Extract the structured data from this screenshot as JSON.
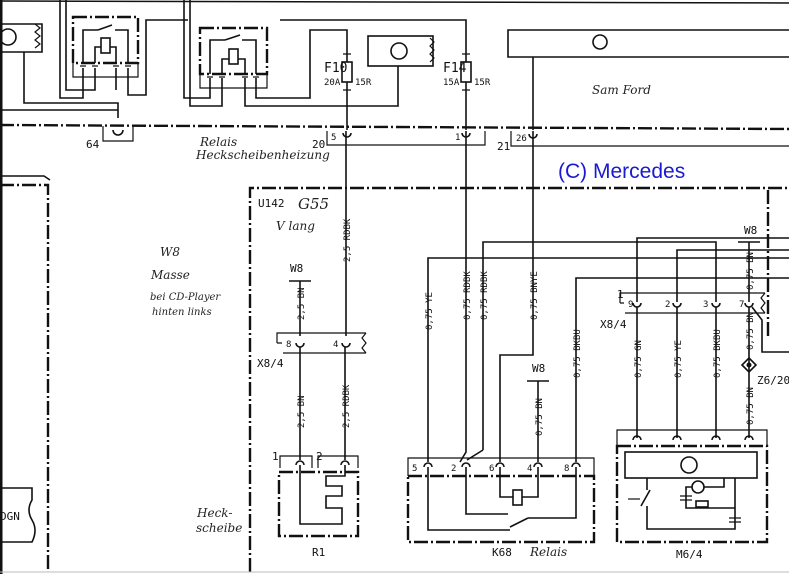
{
  "watermark": "(C) Mercedes",
  "handwritten": {
    "sam_ford": "Sam Ford",
    "relais_line1": "Relais",
    "relais_line2": "Heckscheibenheizung",
    "g55_line1": "G55",
    "g55_line2": "V lang",
    "w8_note_line1": "W8",
    "w8_note_line2": "Masse",
    "w8_note_line3": "bei CD-Player",
    "w8_note_line4": "hinten links",
    "heck_line1": "Heck-",
    "heck_line2": "scheibe",
    "k68_note": "Relais"
  },
  "fuses": [
    {
      "id": "F10",
      "rating": "20A",
      "terminal": "15R"
    },
    {
      "id": "F14",
      "rating": "15A",
      "terminal": "15R"
    }
  ],
  "connectors": {
    "c64": "64",
    "c20": "20",
    "c20_pin": "5",
    "c21": "21",
    "c21_pin": "26",
    "c_pin1": "1",
    "u142": "U142",
    "x8_4_left": "X8/4",
    "x8_4_right": "X8/4",
    "x8_left_pins": [
      "8",
      "4"
    ],
    "x8_right_pins": [
      "1",
      "9",
      "2",
      "3",
      "7"
    ],
    "z6_20": "Z6/20",
    "odgn": "DGN"
  },
  "grounds": {
    "w8": "W8"
  },
  "wires": {
    "rdbk_25": "2,5 RDBK",
    "bn_25": "2,5 BN",
    "ye_075": "0,75 YE",
    "rdbk_075": "0,75 RDBK",
    "bnye_075": "0,75 BNYE",
    "bkbu_075": "0,75 BKBU",
    "bn_075": "0,75 BN",
    "gn_075": "0,75 GN"
  },
  "components": {
    "r1": {
      "label": "R1",
      "pins": [
        "1",
        "2"
      ]
    },
    "k68": {
      "label": "K68",
      "pins": [
        "5",
        "2",
        "6",
        "4",
        "8"
      ]
    },
    "m6_4": {
      "label": "M6/4"
    }
  }
}
